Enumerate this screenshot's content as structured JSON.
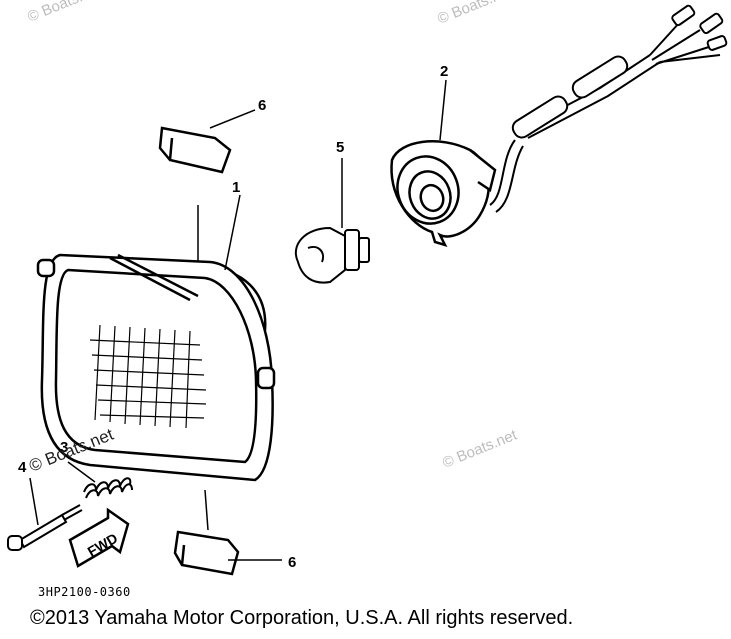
{
  "diagram": {
    "callouts": {
      "c1": "1",
      "c2": "2",
      "c3": "3",
      "c4": "4",
      "c5": "5",
      "c6_top": "6",
      "c6_bottom": "6"
    },
    "arrow_label": "FWD",
    "part_number": "3HP2100-0360",
    "watermarks": {
      "top_left": "© Boats.net",
      "top_center": "© Boats.net",
      "center_right": "© Boats.net",
      "lower_left": "© Boats.net"
    }
  },
  "footer": {
    "copyright": "©2013 Yamaha Motor Corporation, U.S.A. All rights reserved."
  }
}
